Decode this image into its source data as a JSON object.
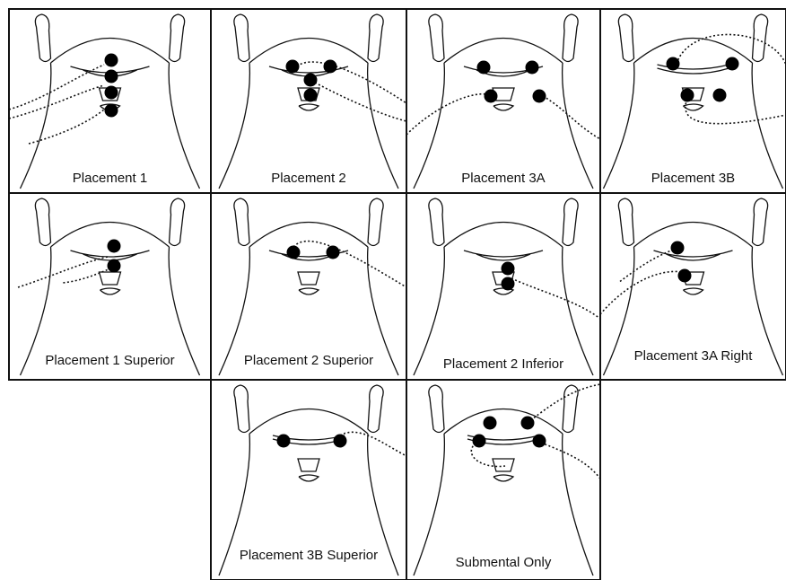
{
  "colors": {
    "background": "#ffffff",
    "ink": "#111111",
    "electrode": "#000000"
  },
  "panels": [
    {
      "label": "Placement 1"
    },
    {
      "label": "Placement 2"
    },
    {
      "label": "Placement 3A"
    },
    {
      "label": "Placement 3B"
    },
    {
      "label": "Placement 1 Superior"
    },
    {
      "label": "Placement 2 Superior"
    },
    {
      "label": "Placement 2 Inferior"
    },
    {
      "label": "Placement 3A Right"
    },
    {
      "label": "Placement 3B Superior"
    },
    {
      "label": "Submental Only"
    }
  ]
}
